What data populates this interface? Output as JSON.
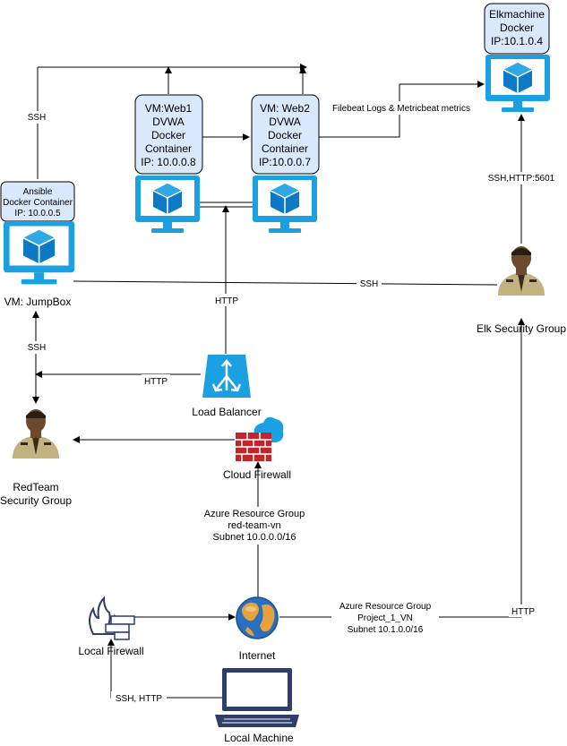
{
  "nodes": {
    "elk_box": {
      "line1": "Elkmachine",
      "line2": "Docker",
      "line3": "IP:10.1.0.4"
    },
    "web1_box": {
      "line1": "VM:Web1",
      "line2": "DVWA",
      "line3": "Docker",
      "line4": "Container",
      "line5": "IP: 10.0.0.8"
    },
    "web2_box": {
      "line1": "VM: Web2",
      "line2": "DVWA",
      "line3": "Docker",
      "line4": "Container",
      "line5": "IP:10.0.0.7"
    },
    "ansible_box": {
      "line1": "Ansible",
      "line2": "Docker Container",
      "line3": "IP: 10.0.0.5"
    },
    "jumpbox_label": "VM: JumpBox",
    "elk_security_group": "Elk Security Group",
    "load_balancer": "Load Balancer",
    "redteam_group_line1": "RedTeam",
    "redteam_group_line2": "Security Group",
    "cloud_firewall": "Cloud Firewall",
    "local_firewall": "Local Firewall",
    "internet": "Internet",
    "local_machine": "Local Machine"
  },
  "edges": {
    "ssh_ansible_top": "SSH",
    "filebeat": "Filebeat Logs & Metricbeat metrics",
    "ssh_http_5601": "SSH,HTTP:5601",
    "ssh_jumpbox_elk": "SSH",
    "http_lb_web": "HTTP",
    "ssh_redteam_jumpbox": "SSH",
    "http_lb_redteam": "HTTP",
    "http_elk_internet": "HTTP",
    "ssh_http_local": "SSH, HTTP"
  },
  "groups": {
    "red_team": {
      "line1": "Azure Resource Group",
      "line2": "red-team-vn",
      "line3": "Subnet 10.0.0.0/16"
    },
    "project_1": {
      "line1": "Azure Resource Group",
      "line2": "Project_1_VN",
      "line3": "Subnet 10.1.0.0/16"
    }
  },
  "colors": {
    "vm_blue": "#1BA1E2",
    "vm_dark": "#0B79C5",
    "box_fill": "#DAE8FC",
    "firewall_red": "#C0262D",
    "cloud_blue": "#1BA1E2",
    "lb_blue": "#1BA1E2",
    "person_tan": "#C2B280",
    "person_brown": "#6B4A2E",
    "monitor_blue": "#2D3E6B"
  }
}
